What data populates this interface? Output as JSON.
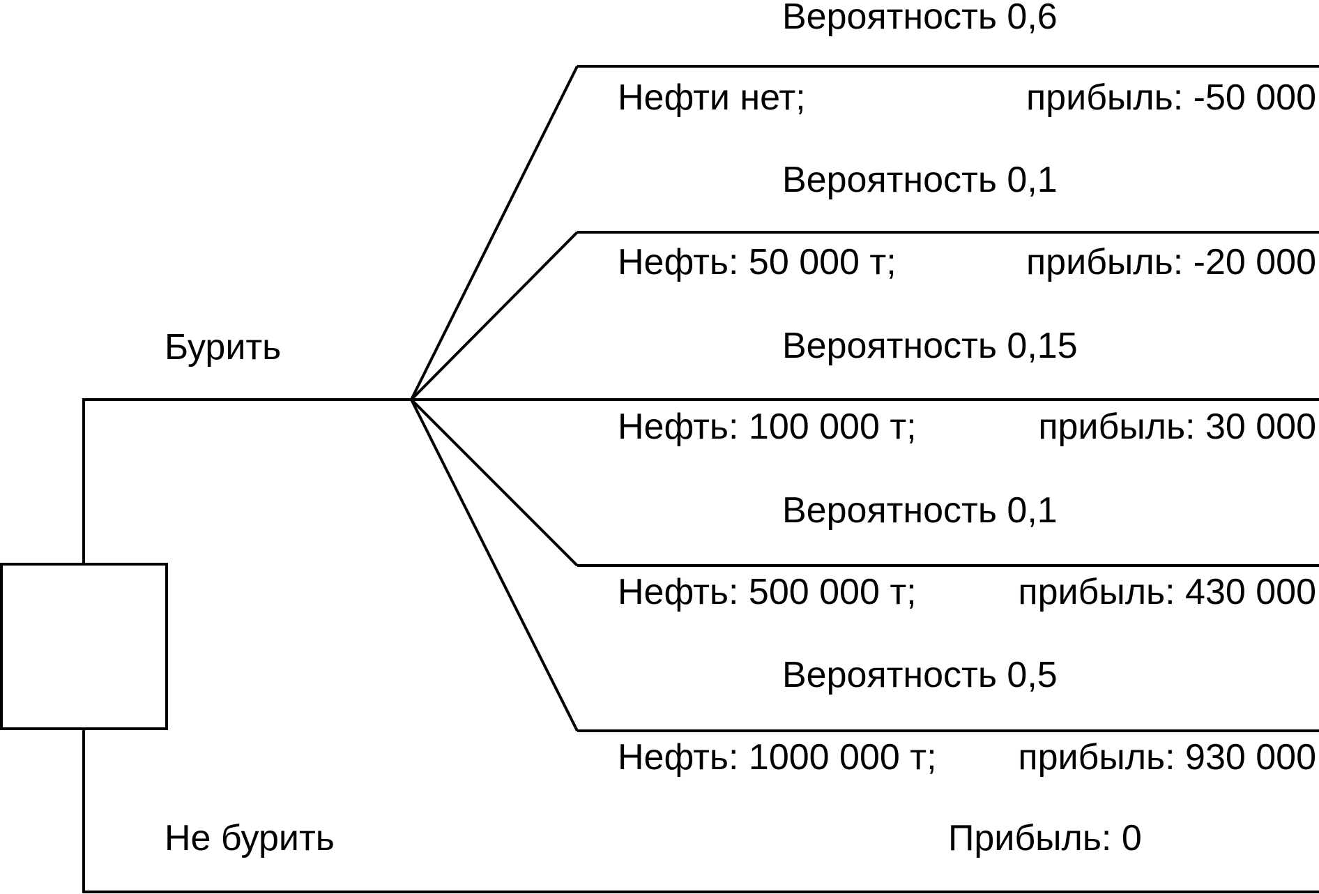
{
  "decision": {
    "drill_label": "Бурить",
    "no_drill_label": "Не бурить",
    "no_drill_profit": "Прибыль: 0"
  },
  "outcomes": [
    {
      "probability": "Вероятность 0,6",
      "outcome": "Нефти нет;",
      "profit": "прибыль: -50 000"
    },
    {
      "probability": "Вероятность 0,1",
      "outcome": "Нефть: 50 000 т;",
      "profit": "прибыль: -20 000"
    },
    {
      "probability": "Вероятность 0,15",
      "outcome": "Нефть: 100 000 т;",
      "profit": "прибыль: 30 000"
    },
    {
      "probability": "Вероятность 0,1",
      "outcome": "Нефть: 500 000 т;",
      "profit": "прибыль: 430 000"
    },
    {
      "probability": "Вероятность 0,5",
      "outcome": "Нефть: 1000 000 т;",
      "profit": "прибыль: 930 000"
    }
  ]
}
